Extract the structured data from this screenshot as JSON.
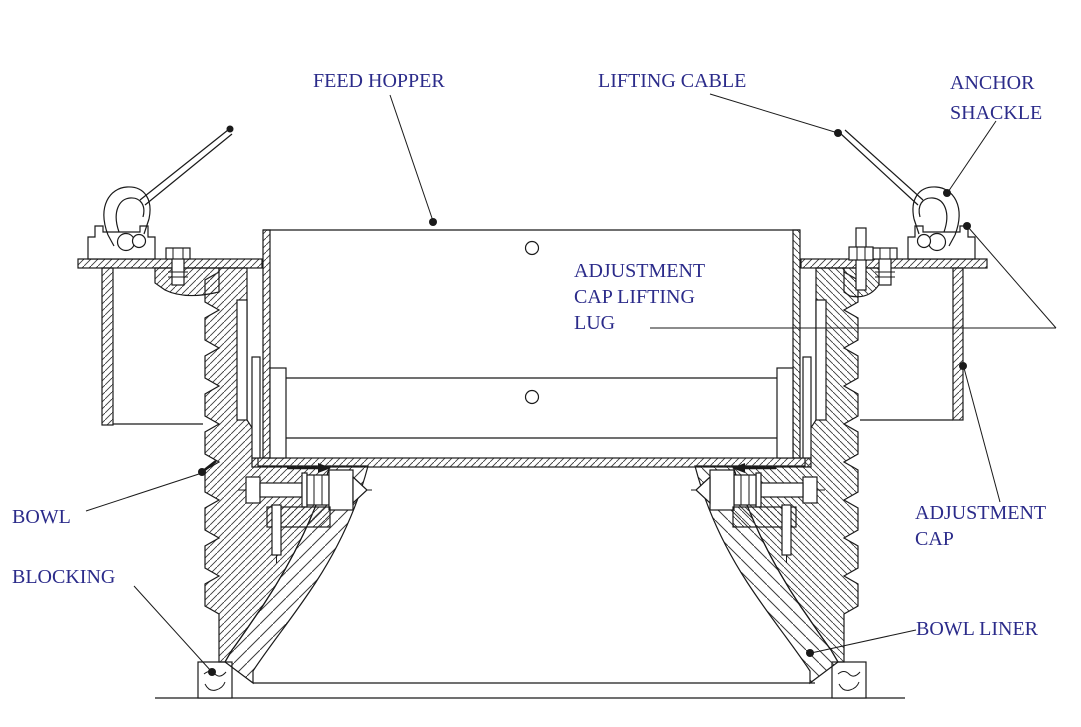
{
  "diagram": {
    "colors": {
      "background": "#ffffff",
      "line": "#1a1a1a",
      "label": "#2b2b8a"
    },
    "labels": {
      "feed_hopper": {
        "text": "FEED HOPPER"
      },
      "lifting_cable": {
        "text": "LIFTING CABLE"
      },
      "anchor_shackle": {
        "line1": "ANCHOR",
        "line2": "SHACKLE"
      },
      "adjustment_cap_lifting_lug": {
        "line1": "ADJUSTMENT",
        "line2": "CAP LIFTING",
        "line3": "LUG"
      },
      "adjustment_cap": {
        "line1": "ADJUSTMENT",
        "line2": "CAP"
      },
      "bowl": {
        "text": "BOWL"
      },
      "blocking": {
        "text": "BLOCKING"
      },
      "bowl_liner": {
        "text": "BOWL LINER"
      }
    }
  }
}
